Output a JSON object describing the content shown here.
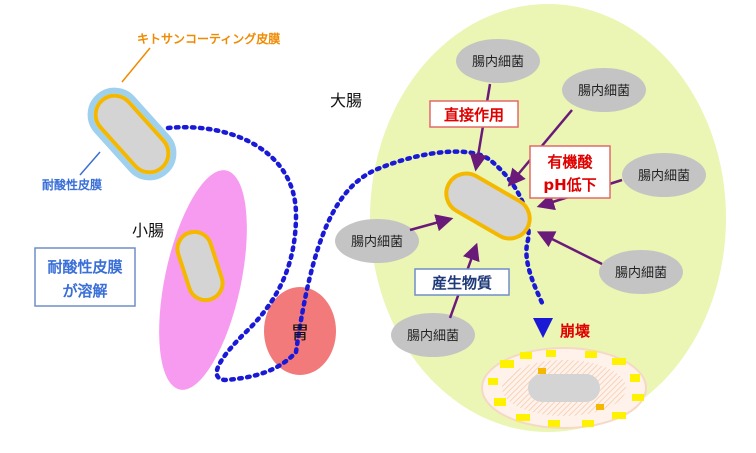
{
  "labels": {
    "coating": "キトサンコーティング皮膜",
    "acid_film": "耐酸性皮膜",
    "small_intestine": "小腸",
    "large_intestine": "大腸",
    "dissolve_line1": "耐酸性皮膜",
    "dissolve_line2": "が溶解",
    "stomach": "胃",
    "direct_action": "直接作用",
    "organic_acid_line1": "有機酸",
    "organic_acid_line2": "pH低下",
    "products": "産生物質",
    "collapse": "崩壊"
  },
  "bacteria": [
    {
      "label": "腸内細菌"
    },
    {
      "label": "腸内細菌"
    },
    {
      "label": "腸内細菌"
    },
    {
      "label": "腸内細菌"
    },
    {
      "label": "腸内細菌"
    },
    {
      "label": "腸内細菌"
    }
  ],
  "colors": {
    "large_intestine": "#ebf5b4",
    "small_intestine": "#f79bf0",
    "stomach": "#f27a7a",
    "capsule_fill": "#d4d4d4",
    "capsule_border": "#f5b800",
    "coating_halo": "#9fd0ee",
    "bacteria_fill": "#c4c4c4",
    "path": "#1a1ad6",
    "arrow": "#6a1b7a",
    "red_text": "#e00000",
    "blue_text": "#3a6fd8",
    "orange_text": "#f08a00"
  }
}
